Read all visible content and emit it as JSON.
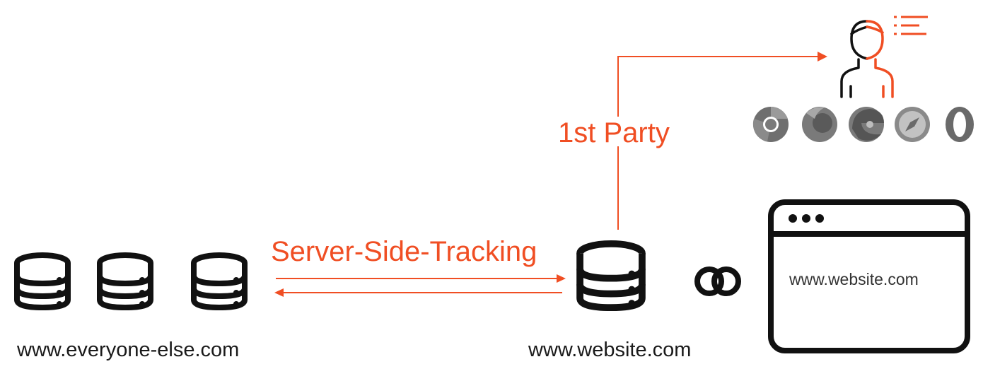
{
  "labels": {
    "first_party": "1st Party",
    "server_side_tracking": "Server-Side-Tracking",
    "everyone_else": "www.everyone-else.com",
    "website_server": "www.website.com",
    "website_window": "www.website.com"
  },
  "colors": {
    "accent": "#f04e23",
    "ink": "#111111",
    "browser_gray": "#7a7a7a",
    "browser_light": "#b5b5b5"
  },
  "icons": {
    "user": "user-icon",
    "list": "list-icon",
    "database": "database-icon",
    "link": "link-icon",
    "window": "browser-window-icon",
    "browsers": [
      "chrome-icon",
      "firefox-icon",
      "edge-icon",
      "safari-icon",
      "opera-icon"
    ]
  }
}
